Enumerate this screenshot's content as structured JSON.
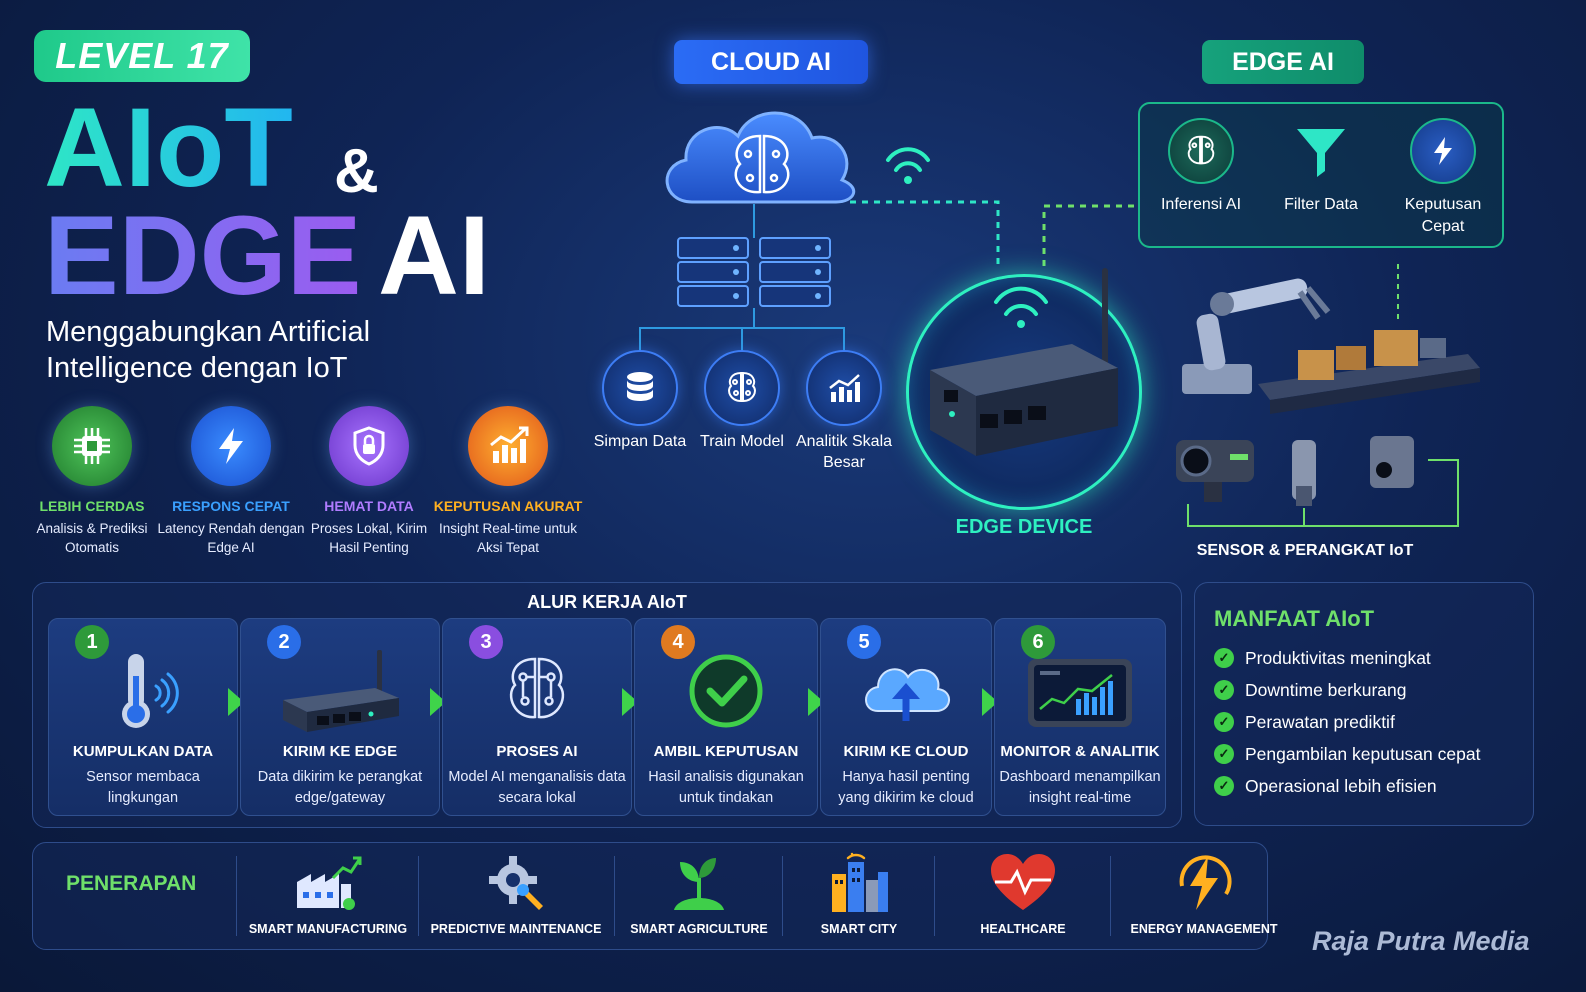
{
  "header": {
    "level": "LEVEL 17",
    "title_line1": "AIoT",
    "title_amp": "&",
    "title_line2a": "EDGE",
    "title_line2b": "AI",
    "subtitle": "Menggabungkan Artificial Intelligence dengan IoT"
  },
  "features": [
    {
      "title": "LEBIH CERDAS",
      "desc": "Analisis & Prediksi Otomatis",
      "color": "#6fe06a",
      "icon": "chip-icon"
    },
    {
      "title": "RESPONS CEPAT",
      "desc": "Latency Rendah dengan Edge AI",
      "color": "#3aa0ff",
      "icon": "lightning-icon"
    },
    {
      "title": "HEMAT DATA",
      "desc": "Proses Lokal, Kirim Hasil Penting",
      "color": "#b07cff",
      "icon": "lock-shield-icon"
    },
    {
      "title": "KEPUTUSAN AKURAT",
      "desc": "Insight Real-time untuk Aksi Tepat",
      "color": "#ffb020",
      "icon": "chart-icon"
    }
  ],
  "cloud": {
    "label": "CLOUD AI",
    "items": [
      {
        "label": "Simpan Data",
        "icon": "database-icon"
      },
      {
        "label": "Train Model",
        "icon": "brain-icon"
      },
      {
        "label": "Analitik Skala Besar",
        "icon": "analytics-icon"
      }
    ]
  },
  "edge": {
    "label": "EDGE AI",
    "items": [
      {
        "label": "Inferensi AI",
        "icon": "brain-icon"
      },
      {
        "label": "Filter Data",
        "icon": "filter-icon"
      },
      {
        "label": "Keputusan Cepat",
        "icon": "compass-icon"
      }
    ],
    "device_label": "EDGE DEVICE",
    "sensor_label": "SENSOR & PERANGKAT IoT"
  },
  "workflow": {
    "title": "ALUR KERJA AIoT",
    "steps": [
      {
        "num": "1",
        "title": "KUMPULKAN DATA",
        "desc": "Sensor membaca lingkungan",
        "color": "#2e9a3a"
      },
      {
        "num": "2",
        "title": "KIRIM KE EDGE",
        "desc": "Data dikirim ke perangkat edge/gateway",
        "color": "#2a6ee8"
      },
      {
        "num": "3",
        "title": "PROSES AI",
        "desc": "Model AI menganalisis data secara lokal",
        "color": "#8a4ee0"
      },
      {
        "num": "4",
        "title": "AMBIL KEPUTUSAN",
        "desc": "Hasil analisis digunakan untuk tindakan",
        "color": "#e07a20"
      },
      {
        "num": "5",
        "title": "KIRIM KE CLOUD",
        "desc": "Hanya hasil penting yang dikirim ke cloud",
        "color": "#2a6ee8"
      },
      {
        "num": "6",
        "title": "MONITOR & ANALITIK",
        "desc": "Dashboard menampilkan insight real-time",
        "color": "#2e9a3a"
      }
    ]
  },
  "benefits": {
    "title": "MANFAAT AIoT",
    "items": [
      "Produktivitas meningkat",
      "Downtime berkurang",
      "Perawatan prediktif",
      "Pengambilan keputusan cepat",
      "Operasional lebih efisien"
    ]
  },
  "applications": {
    "title": "PENERAPAN",
    "items": [
      {
        "label": "SMART MANUFACTURING",
        "icon": "factory-icon"
      },
      {
        "label": "PREDICTIVE MAINTENANCE",
        "icon": "gear-wrench-icon"
      },
      {
        "label": "SMART AGRICULTURE",
        "icon": "sprout-icon"
      },
      {
        "label": "SMART CITY",
        "icon": "city-icon"
      },
      {
        "label": "HEALTHCARE",
        "icon": "heart-icon"
      },
      {
        "label": "ENERGY MANAGEMENT",
        "icon": "energy-icon"
      }
    ]
  },
  "brand": "Raja Putra Media"
}
